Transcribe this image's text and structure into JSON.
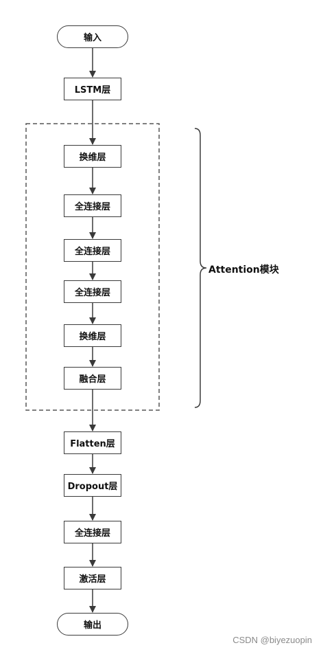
{
  "diagram": {
    "nodes": [
      {
        "id": "input",
        "label": "输入",
        "shape": "terminal"
      },
      {
        "id": "lstm",
        "label": "LSTM层",
        "shape": "box"
      },
      {
        "id": "permute-1",
        "label": "换维层",
        "shape": "box"
      },
      {
        "id": "dense-1",
        "label": "全连接层",
        "shape": "box"
      },
      {
        "id": "dense-2",
        "label": "全连接层",
        "shape": "box"
      },
      {
        "id": "dense-3",
        "label": "全连接层",
        "shape": "box"
      },
      {
        "id": "permute-2",
        "label": "换维层",
        "shape": "box"
      },
      {
        "id": "merge",
        "label": "融合层",
        "shape": "box"
      },
      {
        "id": "flatten",
        "label": "Flatten层",
        "shape": "box"
      },
      {
        "id": "dropout",
        "label": "Dropout层",
        "shape": "box"
      },
      {
        "id": "dense-4",
        "label": "全连接层",
        "shape": "box"
      },
      {
        "id": "activation",
        "label": "激活层",
        "shape": "box"
      },
      {
        "id": "output",
        "label": "输出",
        "shape": "terminal"
      }
    ],
    "edges": [
      [
        "input",
        "lstm"
      ],
      [
        "lstm",
        "permute-1"
      ],
      [
        "permute-1",
        "dense-1"
      ],
      [
        "dense-1",
        "dense-2"
      ],
      [
        "dense-2",
        "dense-3"
      ],
      [
        "dense-3",
        "permute-2"
      ],
      [
        "permute-2",
        "merge"
      ],
      [
        "merge",
        "flatten"
      ],
      [
        "flatten",
        "dropout"
      ],
      [
        "dropout",
        "dense-4"
      ],
      [
        "dense-4",
        "activation"
      ],
      [
        "activation",
        "output"
      ]
    ],
    "group": {
      "label": "Attention模块",
      "members": [
        "permute-1",
        "dense-1",
        "dense-2",
        "dense-3",
        "permute-2",
        "merge"
      ]
    },
    "colors": {
      "stroke": "#3a3a3a",
      "text": "#111111",
      "background": "#ffffff"
    }
  },
  "watermark": "CSDN @biyezuopin"
}
